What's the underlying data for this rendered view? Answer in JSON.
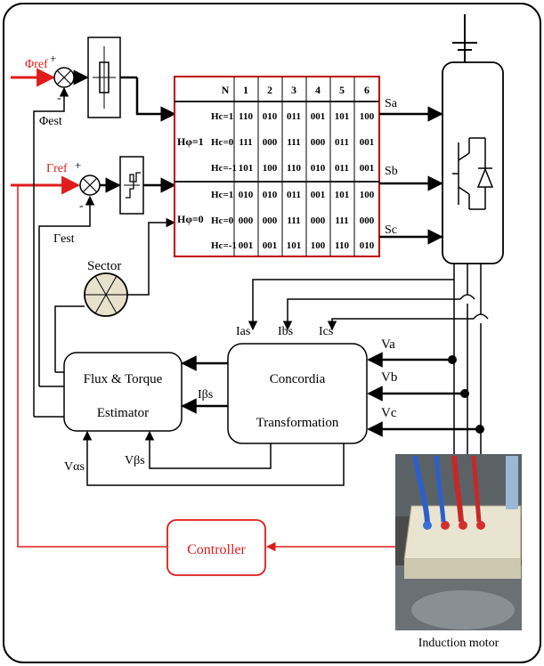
{
  "signals": {
    "phi_ref": "Φref",
    "phi_est": "Φest",
    "gamma_ref": "Γref",
    "gamma_est": "Γest",
    "sum_plus": "+",
    "sum_minus": "-"
  },
  "switching_table": {
    "header": [
      "N",
      "1",
      "2",
      "3",
      "4",
      "5",
      "6"
    ],
    "groups": [
      {
        "hphi": "Hφ=1",
        "rows": [
          {
            "hc": "Hc=1",
            "values": [
              "110",
              "010",
              "011",
              "001",
              "101",
              "100"
            ]
          },
          {
            "hc": "Hc=0",
            "values": [
              "111",
              "000",
              "111",
              "000",
              "011",
              "001"
            ]
          },
          {
            "hc": "Hc=-1",
            "values": [
              "101",
              "100",
              "110",
              "010",
              "011",
              "001"
            ]
          }
        ]
      },
      {
        "hphi": "Hφ=0",
        "rows": [
          {
            "hc": "Hc=1",
            "values": [
              "010",
              "010",
              "011",
              "001",
              "101",
              "100"
            ]
          },
          {
            "hc": "Hc=0",
            "values": [
              "000",
              "000",
              "111",
              "000",
              "111",
              "000"
            ]
          },
          {
            "hc": "Hc=-1",
            "values": [
              "001",
              "001",
              "101",
              "100",
              "110",
              "010"
            ]
          }
        ]
      }
    ]
  },
  "switch_outputs": [
    "Sa",
    "Sb",
    "Sc"
  ],
  "sector_label": "Sector",
  "estimator": {
    "line1": "Flux & Torque",
    "line2": "Estimator"
  },
  "concordia": {
    "line1": "Concordia",
    "line2": "Transformation"
  },
  "currents": {
    "ias": "Ias",
    "ibs": "Ibs",
    "ics": "Ics",
    "ibeta": "Iβs"
  },
  "voltages": {
    "va": "Va",
    "vb": "Vb",
    "vc": "Vc",
    "valpha": "Vαs",
    "vbeta": "Vβs"
  },
  "controller_label": "Controller",
  "motor_label": "Induction motor",
  "colors": {
    "accent_red": "#e01b1b",
    "line": "#000000"
  }
}
